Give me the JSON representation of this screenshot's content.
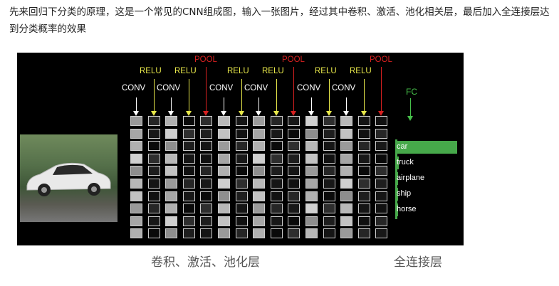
{
  "intro_text": "先来回归下分类的原理，这是一个常见的CNN组成图，输入一张图片，经过其中卷积、激活、池化相关层，最后加入全连接层达到分类概率的效果",
  "layer_labels": {
    "conv": "CONV",
    "relu": "RELU",
    "pool": "POOL",
    "fc": "FC"
  },
  "columns": [
    {
      "type": "conv",
      "style": "light"
    },
    {
      "type": "relu",
      "style": "dark"
    },
    {
      "type": "conv",
      "style": "light"
    },
    {
      "type": "relu",
      "style": "dark"
    },
    {
      "type": "pool",
      "style": "dark"
    },
    {
      "type": "conv",
      "style": "light"
    },
    {
      "type": "relu",
      "style": "dark"
    },
    {
      "type": "conv",
      "style": "light"
    },
    {
      "type": "relu",
      "style": "dark"
    },
    {
      "type": "pool",
      "style": "dark"
    },
    {
      "type": "conv",
      "style": "light"
    },
    {
      "type": "relu",
      "style": "dark"
    },
    {
      "type": "conv",
      "style": "light"
    },
    {
      "type": "relu",
      "style": "dark"
    },
    {
      "type": "pool",
      "style": "dark"
    }
  ],
  "outputs": [
    {
      "label": "car",
      "score": 0.95
    },
    {
      "label": "truck",
      "score": 0.05
    },
    {
      "label": "airplane",
      "score": 0.04
    },
    {
      "label": "ship",
      "score": 0.02
    },
    {
      "label": "horse",
      "score": 0.02
    }
  ],
  "captions": {
    "left": "卷积、激活、池化层",
    "right": "全连接层"
  },
  "colors": {
    "conv": "#ffffff",
    "relu": "#e8e84a",
    "pool": "#d82020",
    "fc": "#46c04a"
  }
}
